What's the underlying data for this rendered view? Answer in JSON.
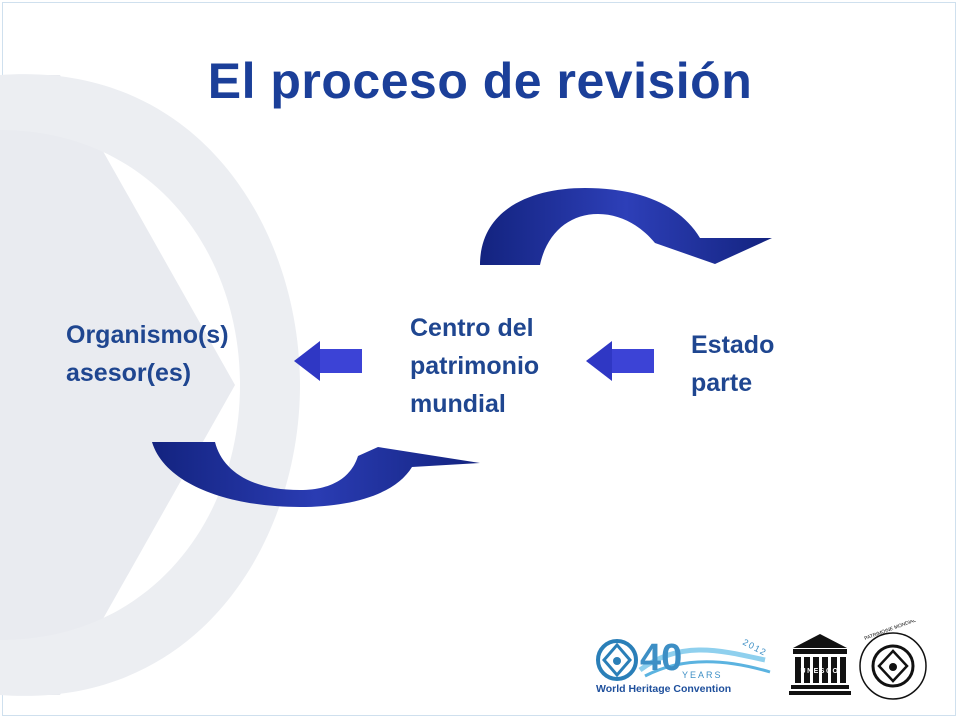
{
  "slide": {
    "title": "El proceso de revisión"
  },
  "nodes": {
    "left": "Organismo(s)\nasesor(es)",
    "center": "Centro del\npatrimonio\nmundial",
    "right": "Estado\nparte"
  },
  "logos": {
    "anniversary_number": "40",
    "anniversary_word": "YEARS",
    "anniversary_year": "2012",
    "convention_name": "World Heritage Convention",
    "unesco": "UNESCO",
    "seal_text": "PATRIMOINE MONDIAL • WORLD HERITAGE • PATRIMONIO MUNDIAL"
  },
  "colors": {
    "title": "#1b3f99",
    "text": "#1f4690",
    "arrow_dark": "#13237f",
    "arrow_light": "#3c43d6",
    "chevron": "#e9ebf0"
  }
}
